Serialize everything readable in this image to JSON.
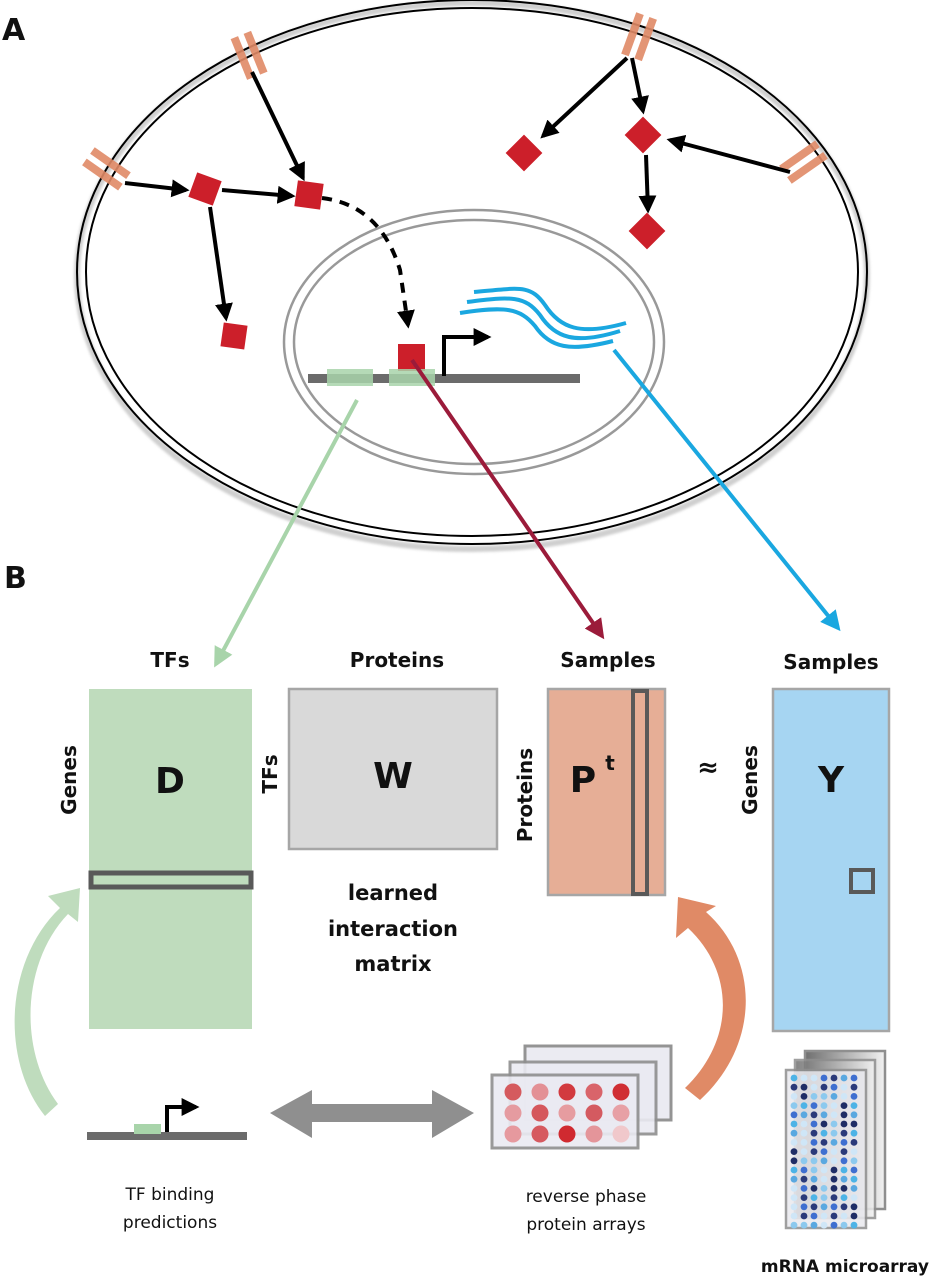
{
  "panel_labels": {
    "a": "A",
    "b": "B"
  },
  "colors": {
    "receptor": "#e08a66",
    "protein": "#cc1f2a",
    "tf_binding": "#a8d4aa",
    "protein_arrow": "#9b1b3a",
    "mrna": "#1aa7e0",
    "matrix_d": "#bfdcbd",
    "matrix_w": "#d9d9d9",
    "matrix_p": "#e6ae96",
    "matrix_y": "#a6d5f2",
    "dna": "#6b6b6b",
    "double_arrow": "#8f8f8f"
  },
  "matrices": {
    "d": {
      "letter": "D",
      "top_label": "TFs",
      "side_label": "Genes"
    },
    "w": {
      "letter": "W",
      "top_label": "Proteins",
      "side_label": "TFs",
      "caption": [
        "learned",
        "interaction",
        "matrix"
      ]
    },
    "p": {
      "letter": "P",
      "superscript": "t",
      "top_label": "Samples",
      "side_label": "Proteins"
    },
    "y": {
      "letter": "Y",
      "top_label": "Samples",
      "side_label": "Genes"
    }
  },
  "approx_symbol": "≈",
  "sources": {
    "tf_binding": [
      "TF binding",
      "predictions"
    ],
    "rppa": [
      "reverse phase",
      "protein arrays"
    ],
    "microarray": [
      "mRNA microarrays"
    ]
  },
  "rppa_spot_colors": [
    [
      "#d55a5e",
      "#e39095",
      "#d23a3f",
      "#d9646a",
      "#d02e33"
    ],
    [
      "#e59ba0",
      "#d5575c",
      "#e69ca0",
      "#d45a60",
      "#e7a0a5"
    ],
    [
      "#e6999e",
      "#d65a60",
      "#d02a30",
      "#e4959a",
      "#f0c8cb"
    ]
  ]
}
